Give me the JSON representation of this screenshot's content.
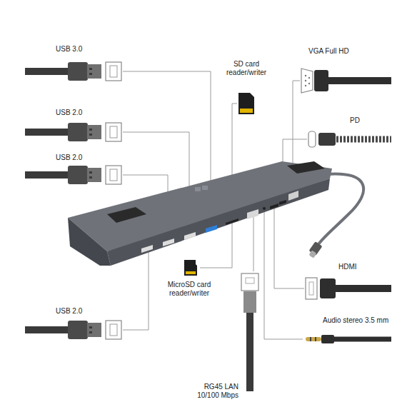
{
  "diagram": {
    "labels": [
      "USB 3.0",
      "USB 2.0",
      "USB 2.0",
      "SD card reader/writer",
      "VGA Full HD",
      "PD",
      "MicroSD card reader/writer",
      "HDMI",
      "USB 2.0",
      "Audio stereo 3.5 mm",
      "RG45 LAN 10/100 Mbps"
    ]
  }
}
